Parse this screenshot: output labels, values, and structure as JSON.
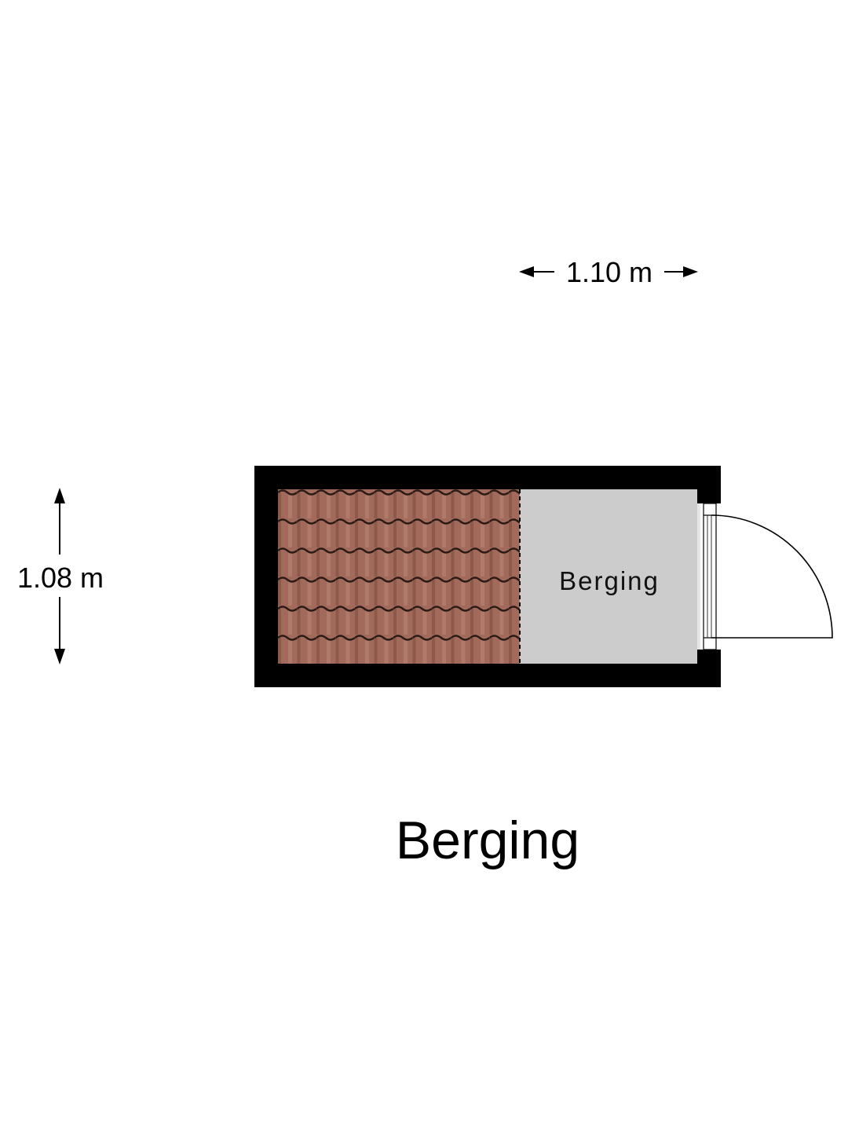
{
  "plan": {
    "title": "Berging",
    "rooms": [
      {
        "name": "Berging"
      }
    ],
    "dimensions": {
      "width": "1.10 m",
      "height": "1.08 m"
    }
  },
  "colors": {
    "wall": "#000000",
    "floor": "#cccccc",
    "roof_tile": "#a26a5b"
  }
}
